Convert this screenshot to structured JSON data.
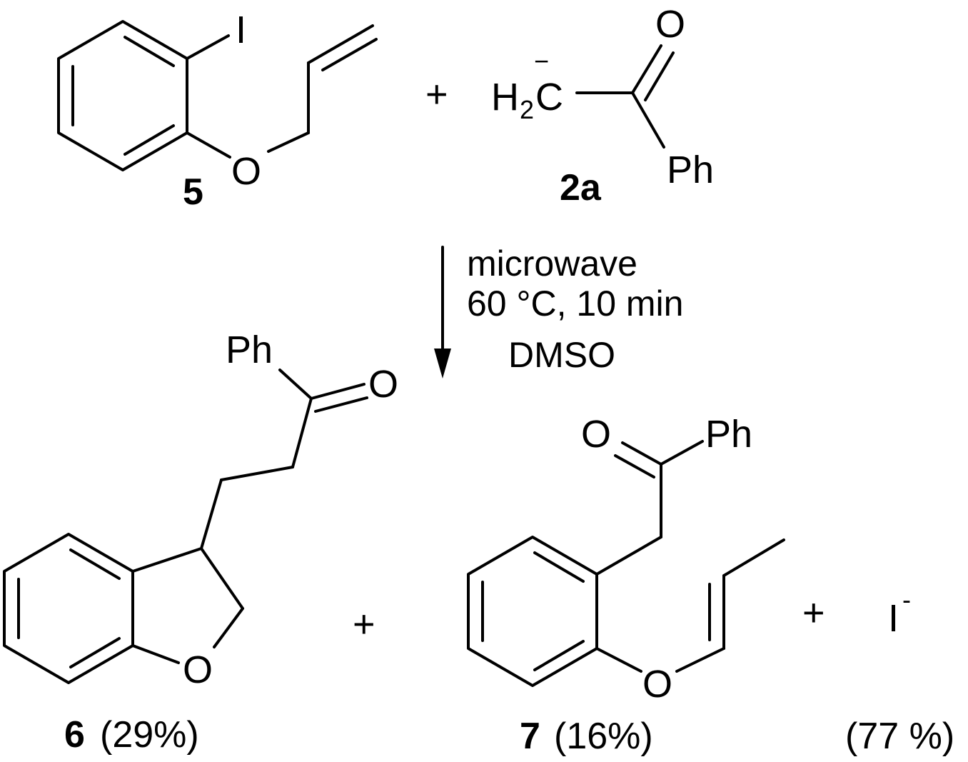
{
  "atoms": {
    "iodine": "I",
    "oxygen": "O",
    "h": "H",
    "h_sub": "2",
    "carbon": "C",
    "phenyl": "Ph",
    "charge_minus": "−",
    "iodide": "I",
    "iodide_charge": "-"
  },
  "plus": "+",
  "compounds": {
    "c5": {
      "label": "5"
    },
    "c2a": {
      "label": "2a"
    },
    "c6": {
      "label": "6",
      "yield": "(29%)"
    },
    "c7": {
      "label": "7",
      "yield": "(16%)"
    },
    "iodide": {
      "yield": "(77 %)"
    }
  },
  "conditions": {
    "line1": "microwave",
    "line2": "60 °C, 10 min",
    "line3": "DMSO"
  }
}
